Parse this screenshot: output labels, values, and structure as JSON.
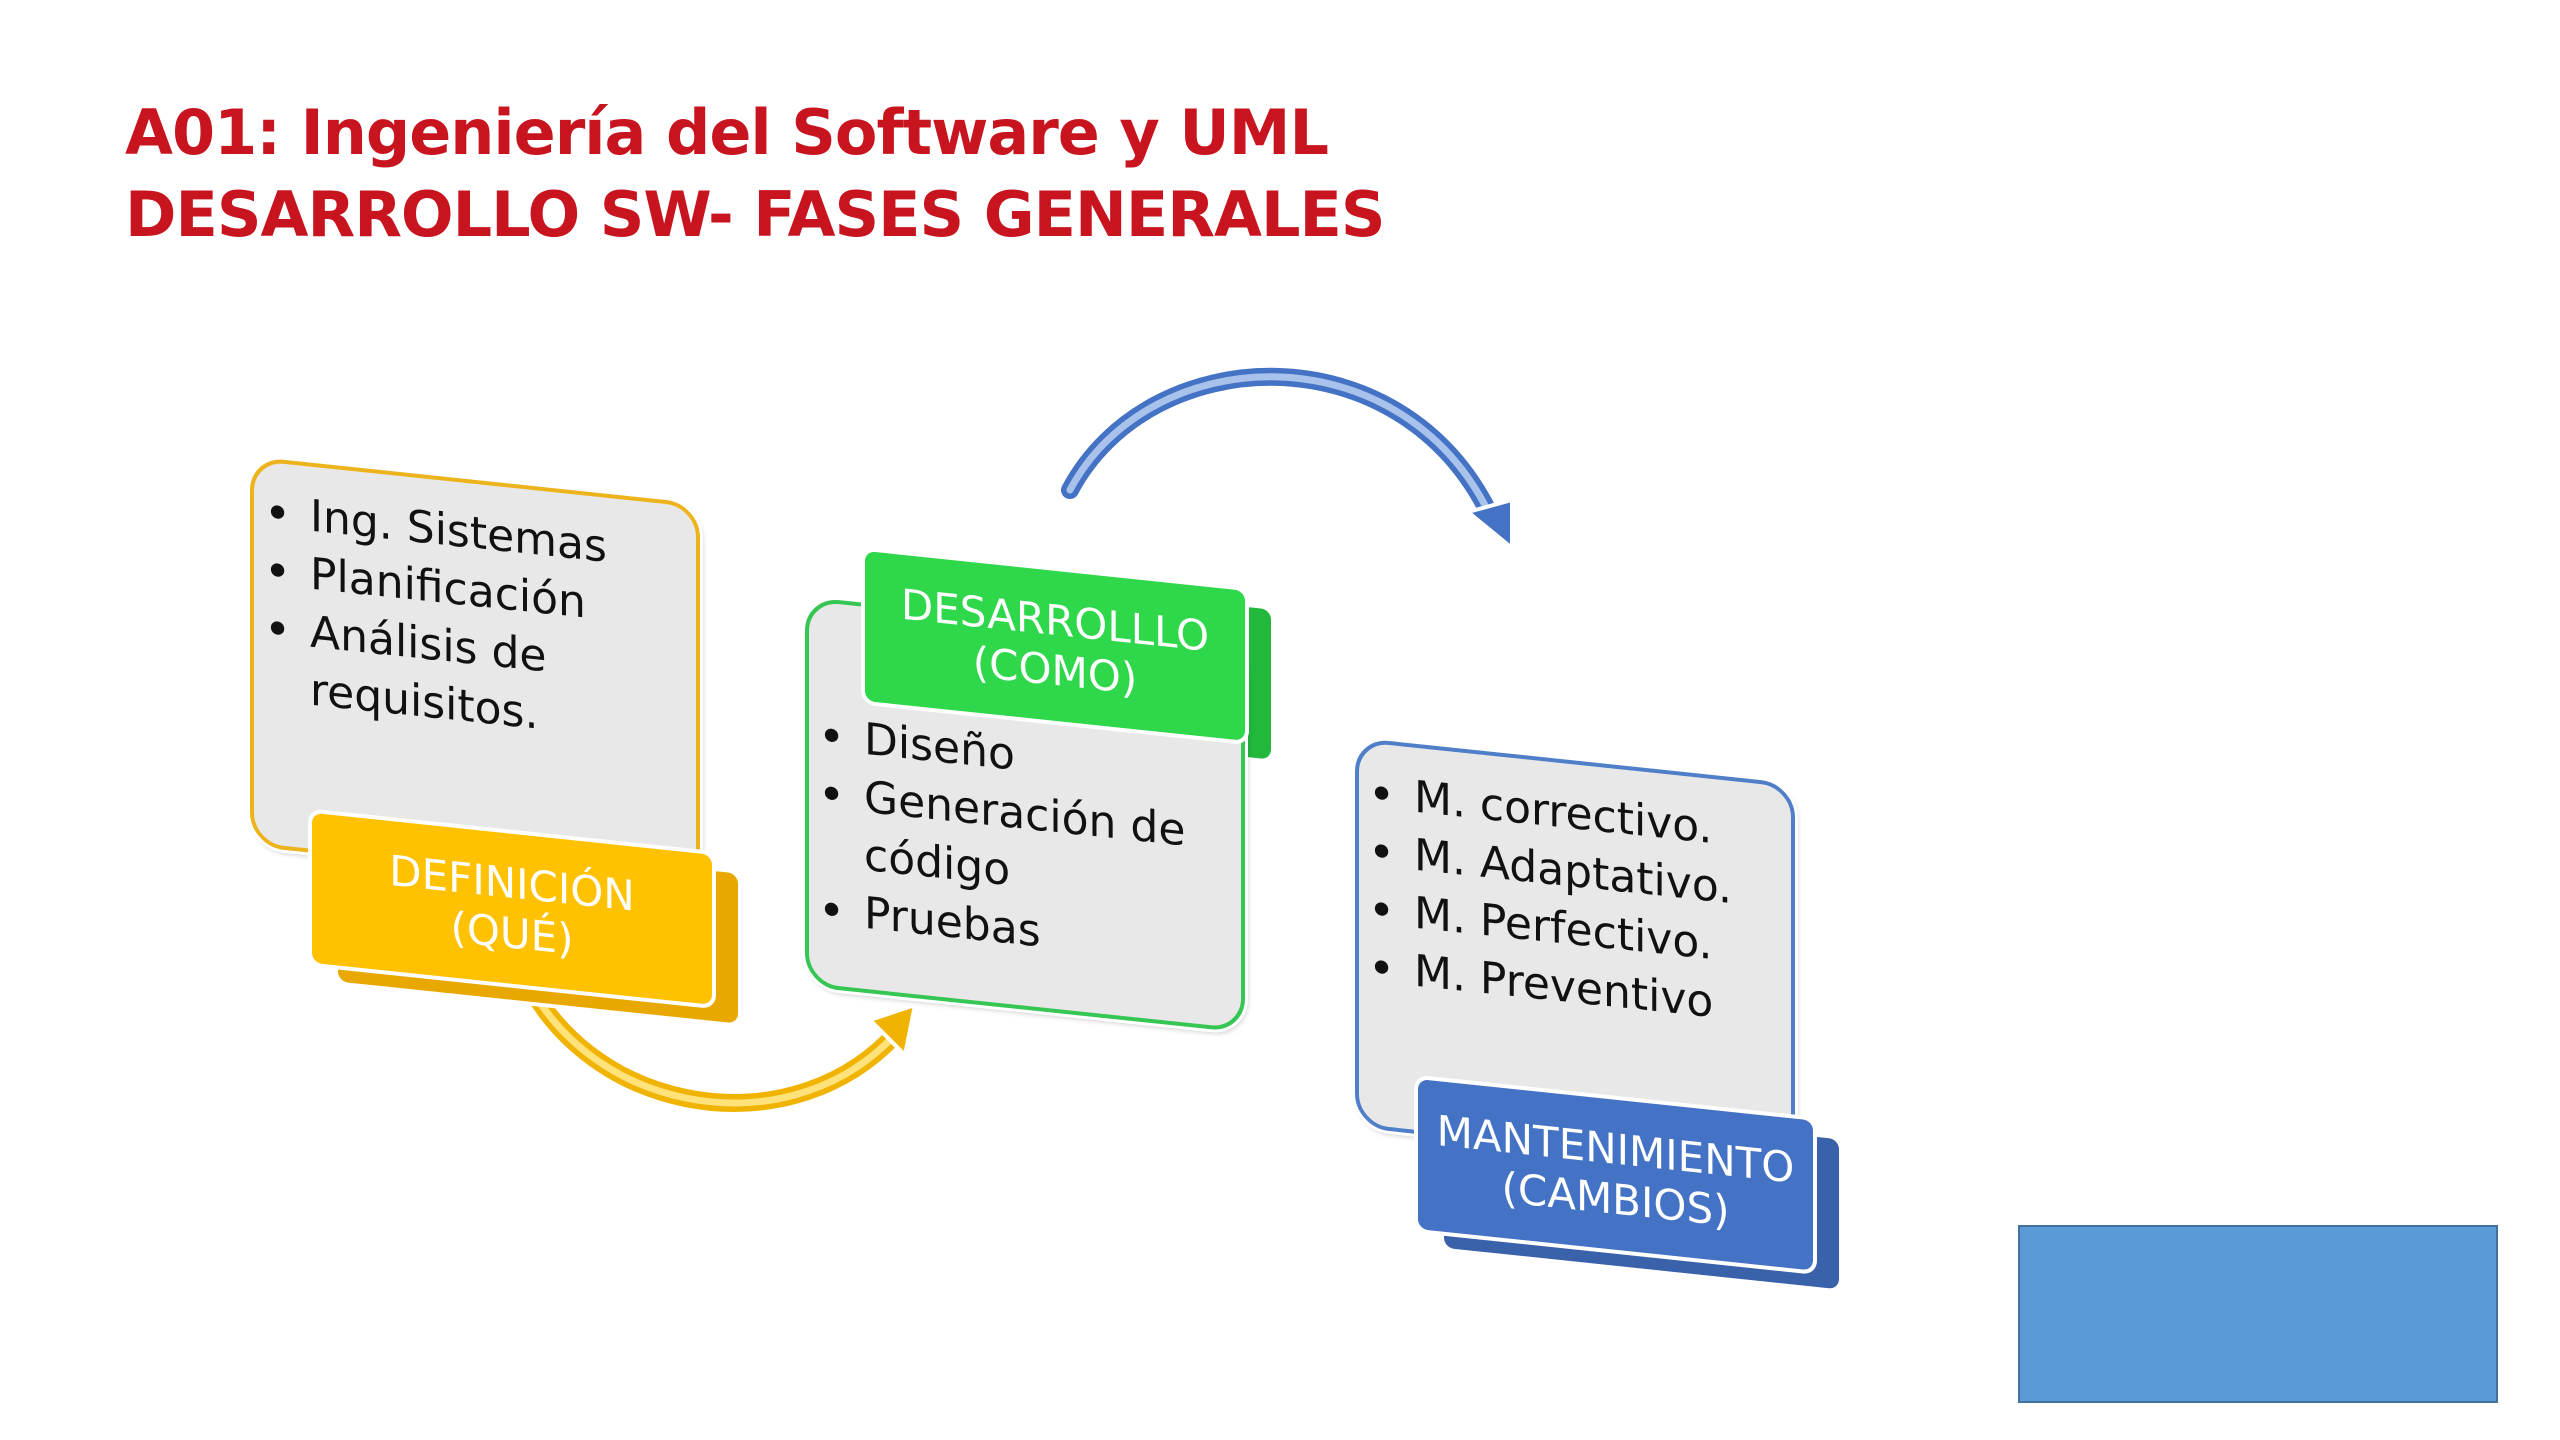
{
  "title": {
    "line1": "A01: Ingeniería del Software y UML",
    "line2": "DESARROLLO SW- FASES GENERALES"
  },
  "phases": [
    {
      "label_line1": "DEFINICIÓN (QUÉ)",
      "label_line2": "",
      "color": "#ffc100",
      "items": [
        "Ing. Sistemas",
        "Planificación",
        "Análisis de requisitos."
      ]
    },
    {
      "label_line1": "DESARROLLLO",
      "label_line2": "(COMO)",
      "color": "#2fd74b",
      "items": [
        "Diseño",
        "Generación de código",
        "Pruebas"
      ]
    },
    {
      "label_line1": "MANTENIMIENTO",
      "label_line2": "(CAMBIOS)",
      "color": "#4472c4",
      "items": [
        "M. correctivo.",
        "M. Adaptativo.",
        "M. Perfectivo.",
        "M. Preventivo"
      ]
    }
  ],
  "colors": {
    "title": "#c8141e",
    "yellow_arrow": "#ffc100",
    "blue_arrow": "#4472c4",
    "rect": "#5b9bd5"
  }
}
